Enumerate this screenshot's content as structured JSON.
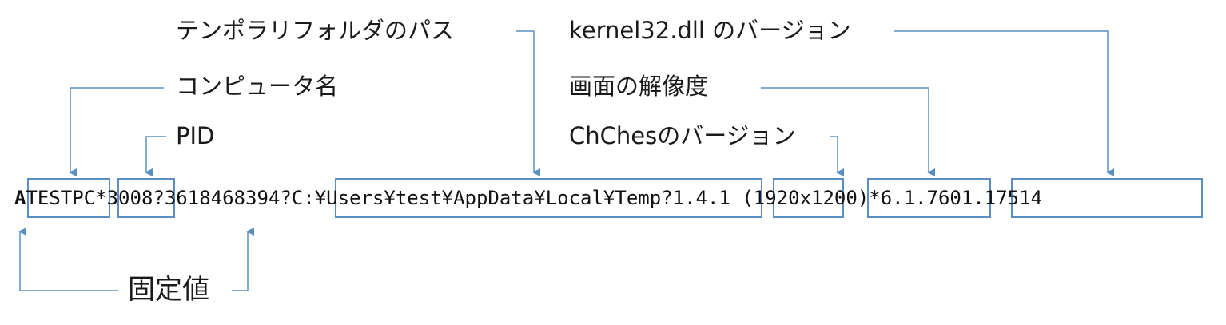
{
  "labels": {
    "temp_folder_path": "テンポラリフォルダのパス",
    "kernel32_version": "kernel32.dll のバージョン",
    "computer_name": "コンピュータ名",
    "screen_resolution": "画面の解像度",
    "pid": "PID",
    "chches_version": "ChChesのバージョン",
    "fixed_value": "固定値"
  },
  "data_string": {
    "prefix": "A",
    "computer_name": "TESTPC",
    "sep1": "*",
    "pid": "3008",
    "sep2": "?3618468394?",
    "temp_path": "C:¥Users¥test¥AppData¥Local¥Temp",
    "sep3": "?",
    "chches_version": "1.4.1",
    "sep4": " (",
    "resolution": "1920x1200",
    "sep5": ")*",
    "kernel_version": "6.1.7601.17514"
  },
  "colors": {
    "line": "#5b8fc4",
    "text": "#1a1a1a"
  }
}
